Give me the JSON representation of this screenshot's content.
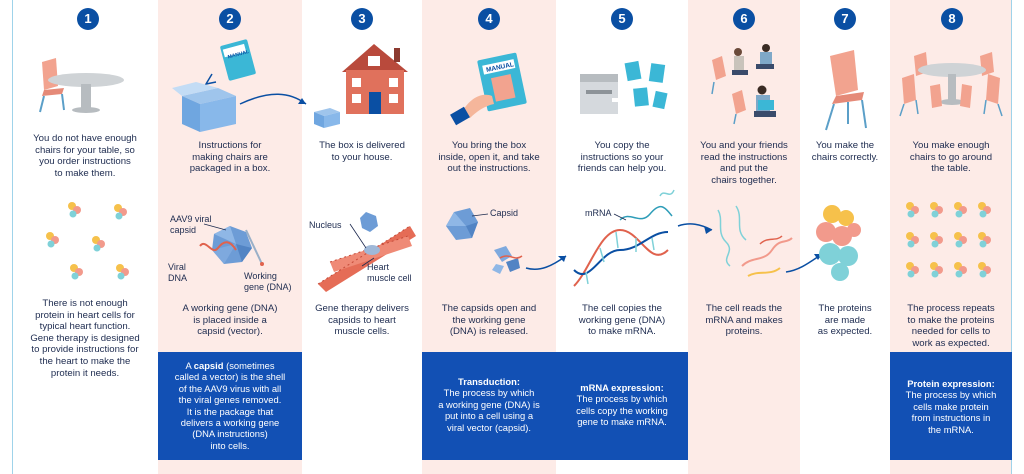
{
  "steps": [
    {
      "num": "1",
      "top": [
        "You do not have enough",
        "chairs for your table, so",
        "you order instructions",
        "to make them."
      ],
      "bottom": [
        "There is not enough",
        "protein in heart cells for",
        "typical heart function.",
        "Gene therapy is designed",
        "to provide instructions for",
        "the heart to make the",
        "protein it needs."
      ]
    },
    {
      "num": "2",
      "top": [
        "Instructions for",
        "making chairs are",
        "packaged in a box."
      ],
      "bottom": [
        "A working gene (DNA)",
        "is placed inside a",
        "capsid (vector)."
      ],
      "box": {
        "bold": "capsid",
        "pre": "A ",
        "lines": [
          "(sometimes",
          "called a vector) is the shell",
          "of the AAV9 virus with all",
          "the viral genes removed.",
          "It is the package that",
          "delivers a working gene",
          "(DNA instructions)",
          "into cells."
        ]
      }
    },
    {
      "num": "3",
      "top": [
        "The box is delivered",
        "to your house."
      ],
      "bottom": [
        "Gene therapy delivers",
        "capsids to heart",
        "muscle cells."
      ]
    },
    {
      "num": "4",
      "top": [
        "You bring the box",
        "inside, open it, and take",
        "out the instructions."
      ],
      "bottom": [
        "The capsids open and",
        "the working gene",
        "(DNA) is released."
      ],
      "box": {
        "title": "Transduction:",
        "lines": [
          "The process by which",
          "a working gene (DNA) is",
          "put into a cell using a",
          "viral vector (capsid)."
        ]
      }
    },
    {
      "num": "5",
      "top": [
        "You copy the",
        "instructions so your",
        "friends can help you."
      ],
      "bottom": [
        "The cell copies the",
        "working gene (DNA)",
        "to make mRNA."
      ],
      "box": {
        "title": "mRNA expression:",
        "lines": [
          "The process by which",
          "cells copy the working",
          "gene to make mRNA."
        ]
      }
    },
    {
      "num": "6",
      "top": [
        "You and your friends",
        "read the instructions",
        "and put the",
        "chairs together."
      ],
      "bottom": [
        "The cell reads the",
        "mRNA and makes",
        "proteins."
      ]
    },
    {
      "num": "7",
      "top": [
        "You make the",
        "chairs correctly."
      ],
      "bottom": [
        "The proteins",
        "are made",
        "as expected."
      ]
    },
    {
      "num": "8",
      "top": [
        "You make enough",
        "chairs to go around",
        "the table."
      ],
      "bottom": [
        "The process repeats",
        "to make the proteins",
        "needed for cells to",
        "work as expected."
      ],
      "box": {
        "title": "Protein expression:",
        "lines": [
          "The process by which",
          "cells make protein",
          "from instructions in",
          "the mRNA."
        ]
      }
    }
  ],
  "labels": {
    "manual": "MANUAL",
    "aav9": [
      "AAV9 viral",
      "capsid"
    ],
    "viral_dna": [
      "Viral",
      "DNA"
    ],
    "working_gene": [
      "Working",
      "gene (DNA)"
    ],
    "nucleus": "Nucleus",
    "heart_cell": [
      "Heart",
      "muscle cell"
    ],
    "capsid": "Capsid",
    "mrna": "mRNA"
  },
  "colors": {
    "pink_band": "#fdebe7",
    "navy": "#0a4fa3",
    "box_blue": "#1250b4",
    "text": "#1d2b4f",
    "chair": "#f2a38f",
    "table": "#cfd3d6"
  }
}
